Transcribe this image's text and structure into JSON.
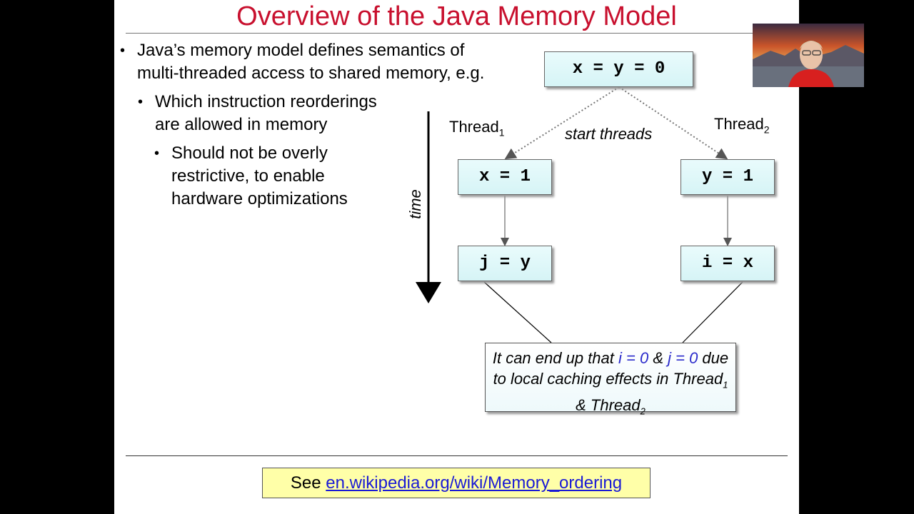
{
  "slide": {
    "title": "Overview of the Java Memory Model",
    "bullets": [
      {
        "line1": "Java’s memory model defines semantics of",
        "line2": "multi-threaded access to shared memory, e.g."
      },
      {
        "line1": "Which instruction reorderings",
        "line2": "are allowed in memory"
      },
      {
        "line1": "Should not be overly",
        "line2": "restrictive, to enable",
        "line3": "hardware optimizations"
      }
    ],
    "diagram": {
      "init_box": "x = y = 0",
      "thread1_label": "Thread",
      "thread1_sub": "1",
      "thread2_label": "Thread",
      "thread2_sub": "2",
      "start_label": "start threads",
      "time_label": "time",
      "t1_step1": "x = 1",
      "t1_step2": "j = y",
      "t2_step1": "y = 1",
      "t2_step2": "i = x"
    },
    "note": {
      "part1": "It can end up that ",
      "i_expr": "i = 0",
      "amp1": " & ",
      "j_expr": "j = 0",
      "part2": " due to local caching effects in Thread",
      "sub1": "1",
      "amp2": " & Thread",
      "sub2": "2"
    },
    "footer": {
      "see_label": "See ",
      "link_text": "en.wikipedia.org/wiki/Memory_ordering"
    }
  },
  "colors": {
    "title": "#c8102e",
    "link": "#1a1ad6",
    "footer_bg": "#ffffa8",
    "note_highlight": "#2a2acb"
  }
}
